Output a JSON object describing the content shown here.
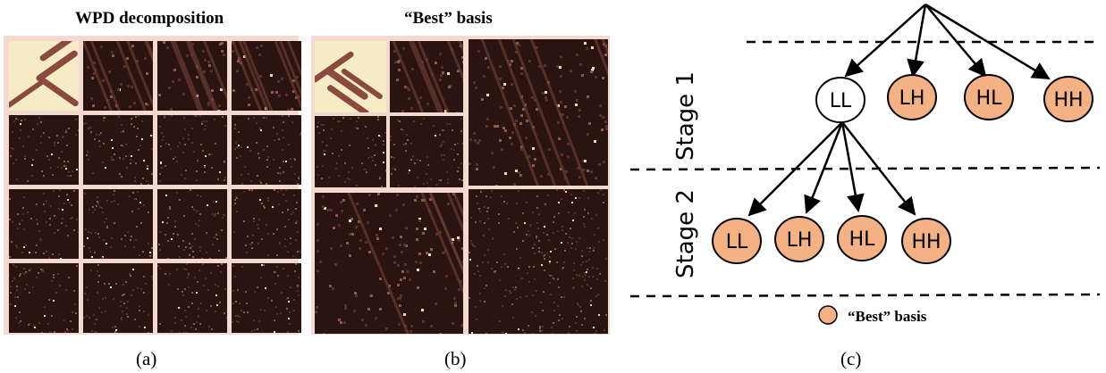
{
  "panels": {
    "a": {
      "title": "WPD decomposition",
      "caption": "(a)"
    },
    "b": {
      "title": "“Best” basis",
      "caption": "(b)"
    },
    "c": {
      "caption": "(c)"
    }
  },
  "diagram": {
    "stages": [
      "Stage 1",
      "Stage 2"
    ],
    "stage1_nodes": [
      {
        "label": "LL",
        "best": false
      },
      {
        "label": "LH",
        "best": true
      },
      {
        "label": "HL",
        "best": true
      },
      {
        "label": "HH",
        "best": true
      }
    ],
    "stage2_nodes": [
      {
        "label": "LL",
        "best": true
      },
      {
        "label": "LH",
        "best": true
      },
      {
        "label": "HL",
        "best": true
      },
      {
        "label": "HH",
        "best": true
      }
    ],
    "legend_label": "“Best” basis"
  },
  "colors": {
    "best_fill": "#f3b184",
    "plain_fill": "#ffffff",
    "tile_dark": "#2a1412",
    "tile_light": "#f5ecc6",
    "tile_border": "#f3d9cf"
  }
}
